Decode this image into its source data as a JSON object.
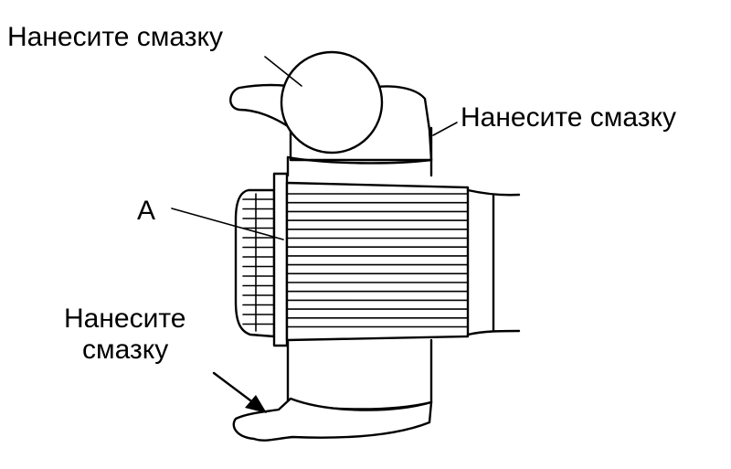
{
  "labels": {
    "top": "Нанесите смазку",
    "right": "Нанесите смазку",
    "bottom_line1": "Нанесите",
    "bottom_line2": "смазку",
    "part_a": "A"
  },
  "colors": {
    "line": "#000000",
    "background": "#ffffff"
  }
}
